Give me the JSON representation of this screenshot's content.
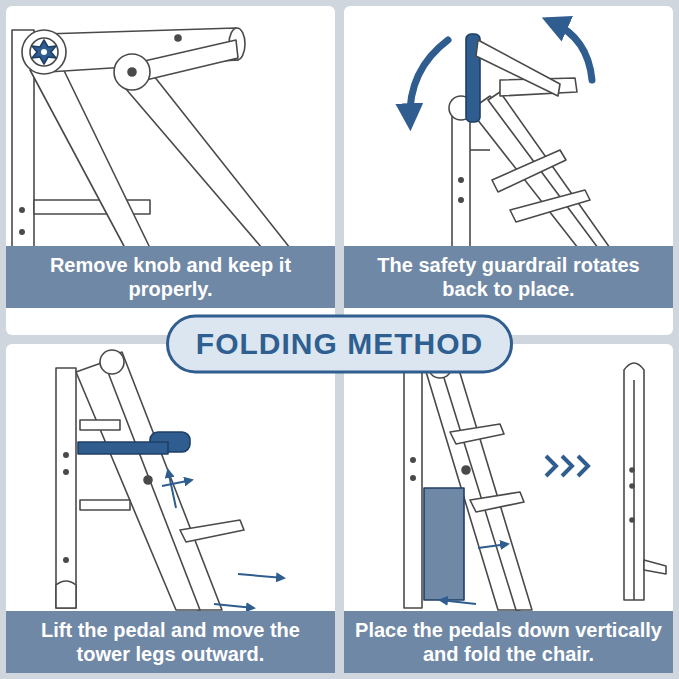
{
  "diagram": {
    "title": "FOLDING METHOD",
    "nodes": [
      {
        "text": [
          "Remove knob and keep it properly."
        ]
      },
      {
        "text": [
          "The safety guardrail rotates back to place."
        ]
      },
      {
        "text": [
          "Lift the pedal and move the tower legs outward."
        ]
      },
      {
        "text": [
          "Place the pedals down vertically and fold the chair."
        ]
      }
    ]
  }
}
